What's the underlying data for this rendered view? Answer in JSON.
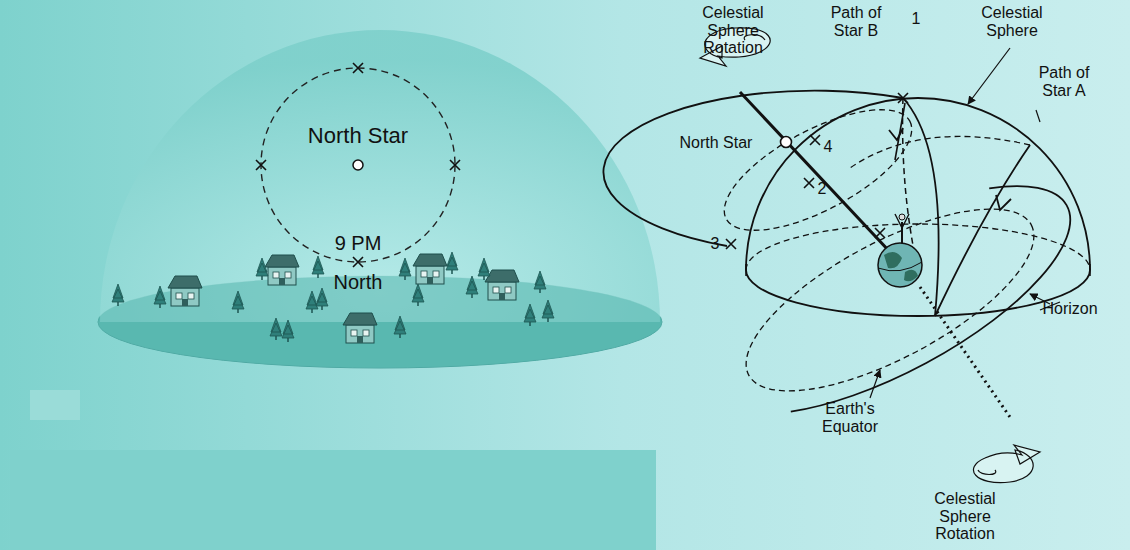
{
  "diagram": {
    "labels": [
      "North Star",
      "9 PM",
      "North",
      "Celestial Sphere Rotation",
      "Path of Star B",
      "1",
      "Celestial Sphere",
      "Path of Star A",
      "North Star",
      "4",
      "2",
      "3",
      "Earth's Equator",
      "Horizon",
      "Celestial Sphere Rotation"
    ]
  }
}
